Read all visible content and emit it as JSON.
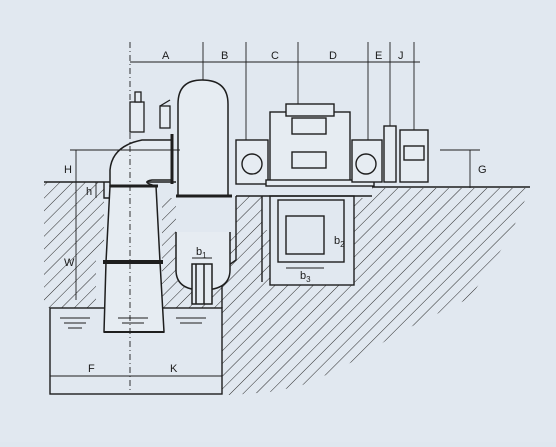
{
  "drawing": {
    "top_dimension_labels": [
      "A",
      "B",
      "C",
      "D",
      "E",
      "J"
    ],
    "side_labels": {
      "h_upper": "H",
      "h_lower": "h",
      "w": "W",
      "g": "G"
    },
    "b1": {
      "letter": "b",
      "sub": "1"
    },
    "b2": {
      "letter": "b",
      "sub": "2"
    },
    "b3": {
      "letter": "b",
      "sub": "3"
    },
    "bottom_labels": {
      "f": "F",
      "k": "K"
    }
  }
}
